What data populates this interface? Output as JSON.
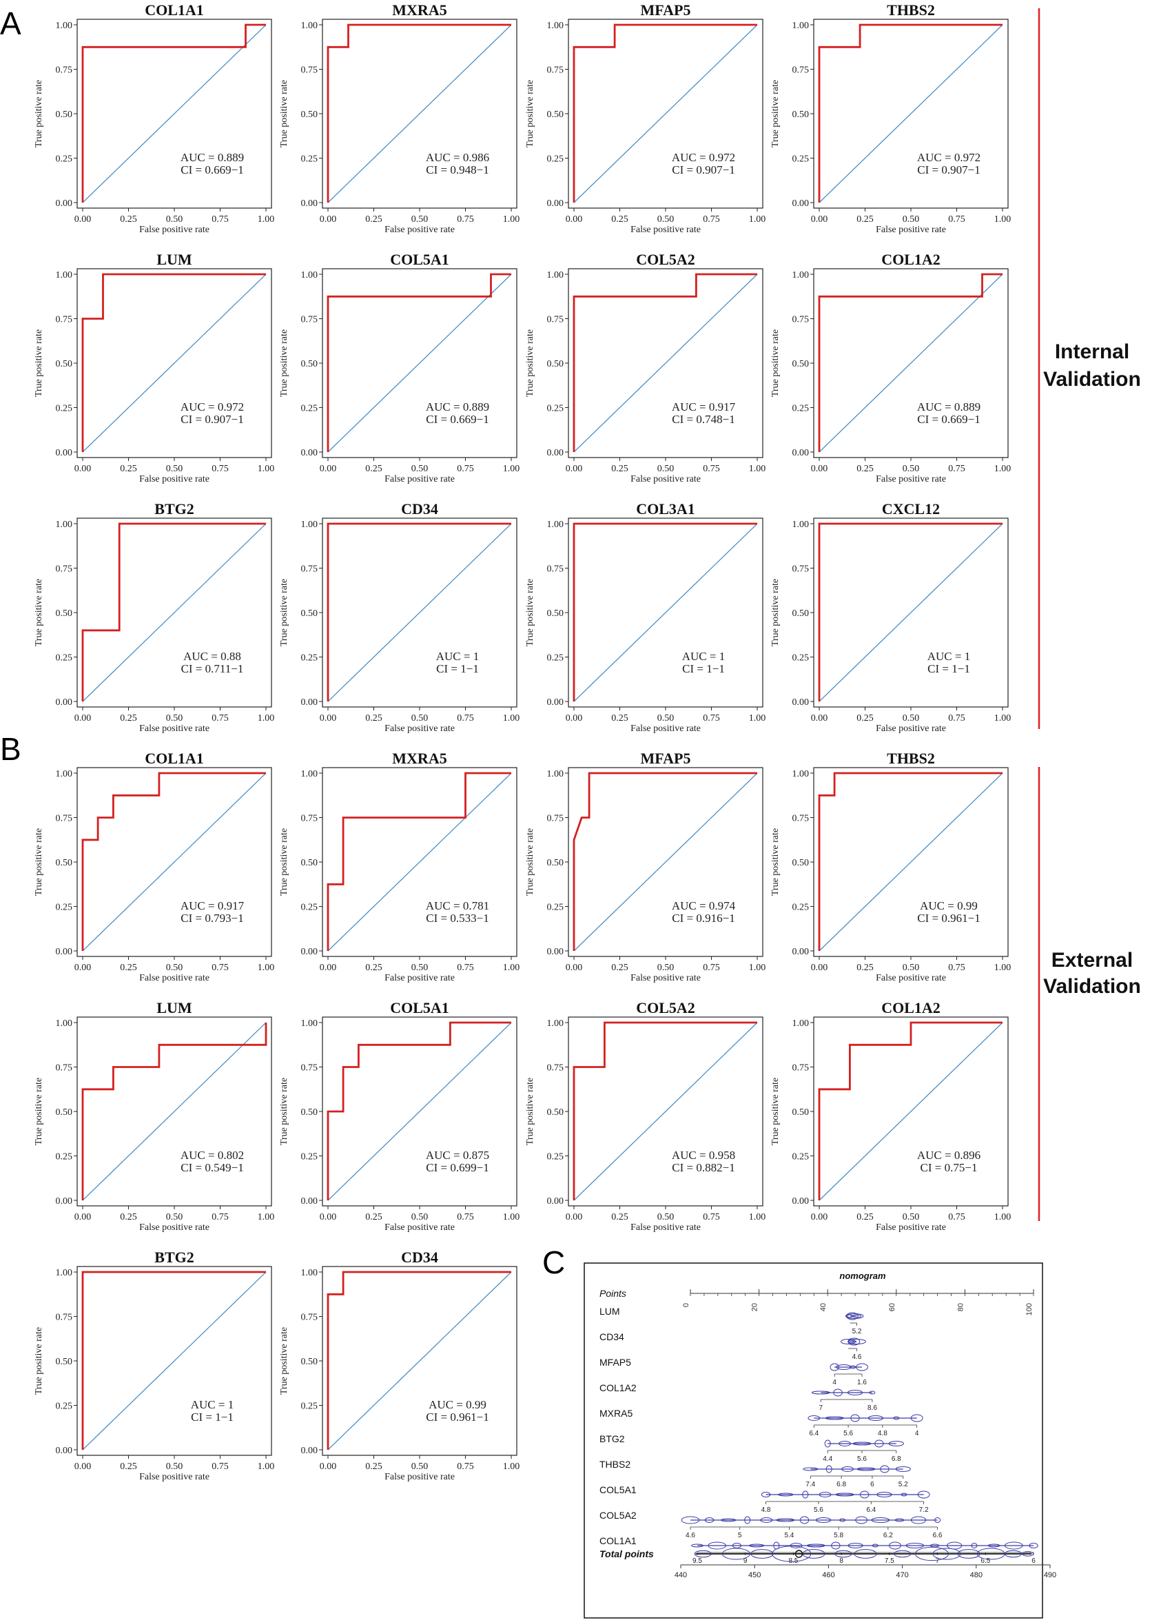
{
  "panel_labels": {
    "a": "A",
    "b": "B",
    "c": "C"
  },
  "side_labels": {
    "internal": [
      "Internal",
      "Validation"
    ],
    "external": [
      "External",
      "Validation"
    ]
  },
  "accent_colors": {
    "roc": "#d42020",
    "diagonal": "#4a90c8",
    "bracket": "#e02020",
    "nomogram": "#3a3aa8"
  },
  "roc_axis": {
    "xlabel": "False positive rate",
    "ylabel": "True positive rate",
    "xticks": [
      "0.00",
      "0.25",
      "0.50",
      "0.75",
      "1.00"
    ],
    "yticks": [
      "0.00",
      "0.25",
      "0.50",
      "0.75",
      "1.00"
    ]
  },
  "chart_data": [
    {
      "type": "line",
      "panel": "A",
      "title": "COL1A1",
      "auc_text": "AUC = 0.889",
      "ci_text": "CI = 0.669−1",
      "x": [
        0,
        0,
        0.889,
        0.889,
        1
      ],
      "y": [
        0,
        0.875,
        0.875,
        1,
        1
      ],
      "xlim": [
        0,
        1
      ],
      "ylim": [
        0,
        1
      ]
    },
    {
      "type": "line",
      "panel": "A",
      "title": "MXRA5",
      "auc_text": "AUC = 0.986",
      "ci_text": "CI = 0.948−1",
      "x": [
        0,
        0,
        0.111,
        0.111,
        1
      ],
      "y": [
        0,
        0.875,
        0.875,
        1,
        1
      ],
      "xlim": [
        0,
        1
      ],
      "ylim": [
        0,
        1
      ]
    },
    {
      "type": "line",
      "panel": "A",
      "title": "MFAP5",
      "auc_text": "AUC = 0.972",
      "ci_text": "CI = 0.907−1",
      "x": [
        0,
        0,
        0.222,
        0.222,
        1
      ],
      "y": [
        0,
        0.875,
        0.875,
        1,
        1
      ],
      "xlim": [
        0,
        1
      ],
      "ylim": [
        0,
        1
      ]
    },
    {
      "type": "line",
      "panel": "A",
      "title": "THBS2",
      "auc_text": "AUC = 0.972",
      "ci_text": "CI = 0.907−1",
      "x": [
        0,
        0,
        0.222,
        0.222,
        1
      ],
      "y": [
        0,
        0.875,
        0.875,
        1,
        1
      ],
      "xlim": [
        0,
        1
      ],
      "ylim": [
        0,
        1
      ]
    },
    {
      "type": "line",
      "panel": "A",
      "title": "LUM",
      "auc_text": "AUC = 0.972",
      "ci_text": "CI = 0.907−1",
      "x": [
        0,
        0,
        0.111,
        0.111,
        1
      ],
      "y": [
        0,
        0.75,
        0.75,
        1,
        1
      ],
      "xlim": [
        0,
        1
      ],
      "ylim": [
        0,
        1
      ]
    },
    {
      "type": "line",
      "panel": "A",
      "title": "COL5A1",
      "auc_text": "AUC = 0.889",
      "ci_text": "CI = 0.669−1",
      "x": [
        0,
        0,
        0.889,
        0.889,
        1
      ],
      "y": [
        0,
        0.875,
        0.875,
        1,
        1
      ],
      "xlim": [
        0,
        1
      ],
      "ylim": [
        0,
        1
      ]
    },
    {
      "type": "line",
      "panel": "A",
      "title": "COL5A2",
      "auc_text": "AUC = 0.917",
      "ci_text": "CI = 0.748−1",
      "x": [
        0,
        0,
        0.667,
        0.667,
        1
      ],
      "y": [
        0,
        0.875,
        0.875,
        1,
        1
      ],
      "xlim": [
        0,
        1
      ],
      "ylim": [
        0,
        1
      ]
    },
    {
      "type": "line",
      "panel": "A",
      "title": "COL1A2",
      "auc_text": "AUC = 0.889",
      "ci_text": "CI = 0.669−1",
      "x": [
        0,
        0,
        0.889,
        0.889,
        1
      ],
      "y": [
        0,
        0.875,
        0.875,
        1,
        1
      ],
      "xlim": [
        0,
        1
      ],
      "ylim": [
        0,
        1
      ]
    },
    {
      "type": "line",
      "panel": "A",
      "title": "BTG2",
      "auc_text": "AUC = 0.88",
      "ci_text": "CI = 0.711−1",
      "x": [
        0,
        0,
        0.2,
        0.2,
        1
      ],
      "y": [
        0,
        0.4,
        0.4,
        1,
        1
      ],
      "xlim": [
        0,
        1
      ],
      "ylim": [
        0,
        1
      ]
    },
    {
      "type": "line",
      "panel": "A",
      "title": "CD34",
      "auc_text": "AUC = 1",
      "ci_text": "CI = 1−1",
      "x": [
        0,
        0,
        1
      ],
      "y": [
        0,
        1,
        1
      ],
      "xlim": [
        0,
        1
      ],
      "ylim": [
        0,
        1
      ]
    },
    {
      "type": "line",
      "panel": "A",
      "title": "COL3A1",
      "auc_text": "AUC = 1",
      "ci_text": "CI = 1−1",
      "x": [
        0,
        0,
        1
      ],
      "y": [
        0,
        1,
        1
      ],
      "xlim": [
        0,
        1
      ],
      "ylim": [
        0,
        1
      ]
    },
    {
      "type": "line",
      "panel": "A",
      "title": "CXCL12",
      "auc_text": "AUC = 1",
      "ci_text": "CI = 1−1",
      "x": [
        0,
        0,
        1
      ],
      "y": [
        0,
        1,
        1
      ],
      "xlim": [
        0,
        1
      ],
      "ylim": [
        0,
        1
      ]
    },
    {
      "type": "line",
      "panel": "B",
      "title": "COL1A1",
      "auc_text": "AUC = 0.917",
      "ci_text": "CI = 0.793−1",
      "x": [
        0,
        0,
        0.083,
        0.083,
        0.167,
        0.167,
        0.417,
        0.417,
        1
      ],
      "y": [
        0,
        0.625,
        0.625,
        0.75,
        0.75,
        0.875,
        0.875,
        1,
        1
      ],
      "xlim": [
        0,
        1
      ],
      "ylim": [
        0,
        1
      ]
    },
    {
      "type": "line",
      "panel": "B",
      "title": "MXRA5",
      "auc_text": "AUC = 0.781",
      "ci_text": "CI = 0.533−1",
      "x": [
        0,
        0,
        0.083,
        0.083,
        0.75,
        0.75,
        1
      ],
      "y": [
        0,
        0.375,
        0.375,
        0.75,
        0.75,
        1,
        1
      ],
      "xlim": [
        0,
        1
      ],
      "ylim": [
        0,
        1
      ]
    },
    {
      "type": "line",
      "panel": "B",
      "title": "MFAP5",
      "auc_text": "AUC = 0.974",
      "ci_text": "CI = 0.916−1",
      "x": [
        0,
        0,
        0.042,
        0.083,
        0.083,
        1
      ],
      "y": [
        0,
        0.625,
        0.75,
        0.75,
        1,
        1
      ],
      "xlim": [
        0,
        1
      ],
      "ylim": [
        0,
        1
      ]
    },
    {
      "type": "line",
      "panel": "B",
      "title": "THBS2",
      "auc_text": "AUC = 0.99",
      "ci_text": "CI = 0.961−1",
      "x": [
        0,
        0,
        0.083,
        0.083,
        1
      ],
      "y": [
        0,
        0.875,
        0.875,
        1,
        1
      ],
      "xlim": [
        0,
        1
      ],
      "ylim": [
        0,
        1
      ]
    },
    {
      "type": "line",
      "panel": "B",
      "title": "LUM",
      "auc_text": "AUC = 0.802",
      "ci_text": "CI = 0.549−1",
      "x": [
        0,
        0,
        0.167,
        0.167,
        0.417,
        0.417,
        1,
        1
      ],
      "y": [
        0,
        0.625,
        0.625,
        0.75,
        0.75,
        0.875,
        0.875,
        1
      ],
      "xlim": [
        0,
        1
      ],
      "ylim": [
        0,
        1
      ]
    },
    {
      "type": "line",
      "panel": "B",
      "title": "COL5A1",
      "auc_text": "AUC = 0.875",
      "ci_text": "CI = 0.699−1",
      "x": [
        0,
        0,
        0.083,
        0.083,
        0.167,
        0.167,
        0.667,
        0.667,
        1
      ],
      "y": [
        0,
        0.5,
        0.5,
        0.75,
        0.75,
        0.875,
        0.875,
        1,
        1
      ],
      "xlim": [
        0,
        1
      ],
      "ylim": [
        0,
        1
      ]
    },
    {
      "type": "line",
      "panel": "B",
      "title": "COL5A2",
      "auc_text": "AUC = 0.958",
      "ci_text": "CI = 0.882−1",
      "x": [
        0,
        0,
        0.167,
        0.167,
        1
      ],
      "y": [
        0,
        0.75,
        0.75,
        1,
        1
      ],
      "xlim": [
        0,
        1
      ],
      "ylim": [
        0,
        1
      ]
    },
    {
      "type": "line",
      "panel": "B",
      "title": "COL1A2",
      "auc_text": "AUC = 0.896",
      "ci_text": "CI = 0.75−1",
      "x": [
        0,
        0,
        0.167,
        0.167,
        0.5,
        0.5,
        1
      ],
      "y": [
        0,
        0.625,
        0.625,
        0.875,
        0.875,
        1,
        1
      ],
      "xlim": [
        0,
        1
      ],
      "ylim": [
        0,
        1
      ]
    },
    {
      "type": "line",
      "panel": "B",
      "title": "BTG2",
      "auc_text": "AUC = 1",
      "ci_text": "CI = 1−1",
      "x": [
        0,
        0,
        1
      ],
      "y": [
        0,
        1,
        1
      ],
      "xlim": [
        0,
        1
      ],
      "ylim": [
        0,
        1
      ]
    },
    {
      "type": "line",
      "panel": "B",
      "title": "CD34",
      "auc_text": "AUC = 0.99",
      "ci_text": "CI = 0.961−1",
      "x": [
        0,
        0,
        0.083,
        0.083,
        1
      ],
      "y": [
        0,
        0.875,
        0.875,
        1,
        1
      ],
      "xlim": [
        0,
        1
      ],
      "ylim": [
        0,
        1
      ]
    }
  ],
  "nomogram": {
    "title": "nomogram",
    "points_label": "Points",
    "points_range": [
      0,
      100
    ],
    "points_ticks": [
      "0",
      "20",
      "40",
      "60",
      "80",
      "100"
    ],
    "total_label": "Total points",
    "total_range": [
      440,
      490
    ],
    "total_ticks": [
      "440",
      "450",
      "460",
      "470",
      "480",
      "490"
    ],
    "rows": [
      {
        "label": "LUM",
        "points": [
          46.5,
          48.5
        ],
        "ticks": [
          "5.2"
        ]
      },
      {
        "label": "CD34",
        "points": [
          46.0,
          48.5
        ],
        "ticks": [
          "4.6"
        ]
      },
      {
        "label": "MFAP5",
        "points": [
          42.0,
          50.0
        ],
        "ticks": [
          "4",
          "1.6"
        ]
      },
      {
        "label": "COL1A2",
        "points": [
          38.0,
          53.0
        ],
        "ticks": [
          "7",
          "8.6"
        ]
      },
      {
        "label": "MXRA5",
        "points": [
          36.0,
          66.0
        ],
        "ticks": [
          "6.4",
          "5.6",
          "4.8",
          "4"
        ]
      },
      {
        "label": "BTG2",
        "points": [
          40.0,
          60.0
        ],
        "ticks": [
          "4.4",
          "5.6",
          "6.8"
        ]
      },
      {
        "label": "THBS2",
        "points": [
          35.0,
          62.0
        ],
        "ticks": [
          "7.4",
          "6.8",
          "6",
          "5.2"
        ]
      },
      {
        "label": "COL5A1",
        "points": [
          22.0,
          68.0
        ],
        "ticks": [
          "4.8",
          "5.6",
          "6.4",
          "7.2"
        ]
      },
      {
        "label": "COL5A2",
        "points": [
          0.0,
          72.0
        ],
        "ticks": [
          "4.6",
          "5",
          "5.4",
          "5.8",
          "6.2",
          "6.6"
        ]
      },
      {
        "label": "COL1A1",
        "points": [
          2.0,
          100.0
        ],
        "ticks": [
          "9.5",
          "9",
          "8.5",
          "8",
          "7.5",
          "7",
          "6.5",
          "6"
        ]
      }
    ]
  }
}
